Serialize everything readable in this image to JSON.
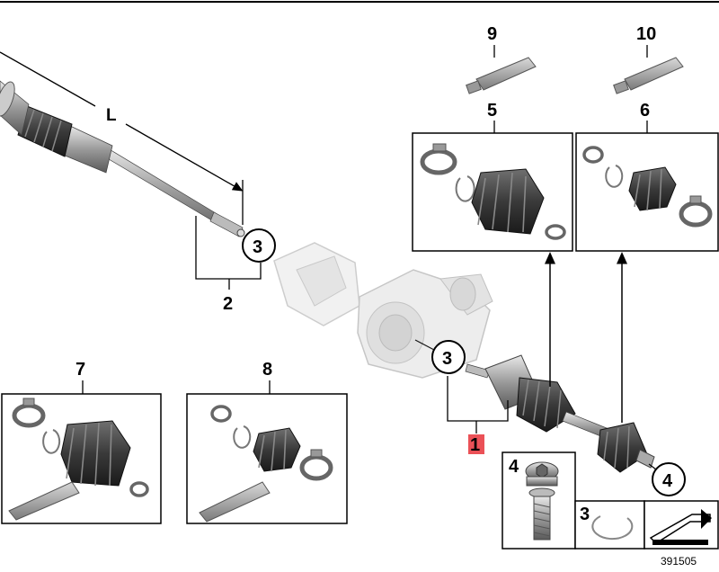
{
  "diagram": {
    "dimension_label": "L",
    "highlight_color": "#e8333a",
    "callouts": {
      "c1": "1",
      "c2": "2",
      "c3_upper": "3",
      "c3_middle": "3",
      "c4_circle": "4",
      "c4_box": "4",
      "c3_box": "3",
      "c5": "5",
      "c6": "6",
      "c7": "7",
      "c8": "8",
      "c9": "9",
      "c10": "10"
    },
    "drawing_number": "391505"
  }
}
